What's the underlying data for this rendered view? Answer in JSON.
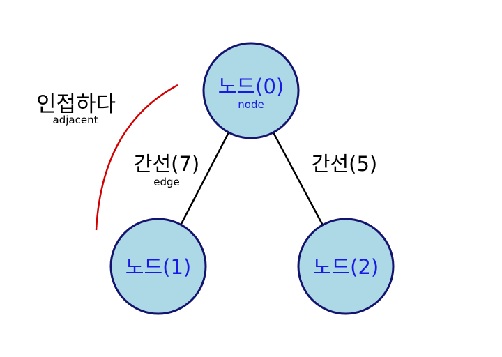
{
  "colors": {
    "node_fill": "#add8e6",
    "node_stroke": "#14146e",
    "node_text": "#1a1ae6",
    "edge": "#000000",
    "adjacent_arc": "#d40000"
  },
  "nodes": [
    {
      "label": "노드(0)",
      "sublabel": "node"
    },
    {
      "label": "노드(1)"
    },
    {
      "label": "노드(2)"
    }
  ],
  "edges": [
    {
      "from": 0,
      "to": 1,
      "label": "간선(7)",
      "sublabel": "edge"
    },
    {
      "from": 0,
      "to": 2,
      "label": "간선(5)"
    }
  ],
  "adjacent": {
    "label": "인접하다",
    "sublabel": "adjacent"
  }
}
